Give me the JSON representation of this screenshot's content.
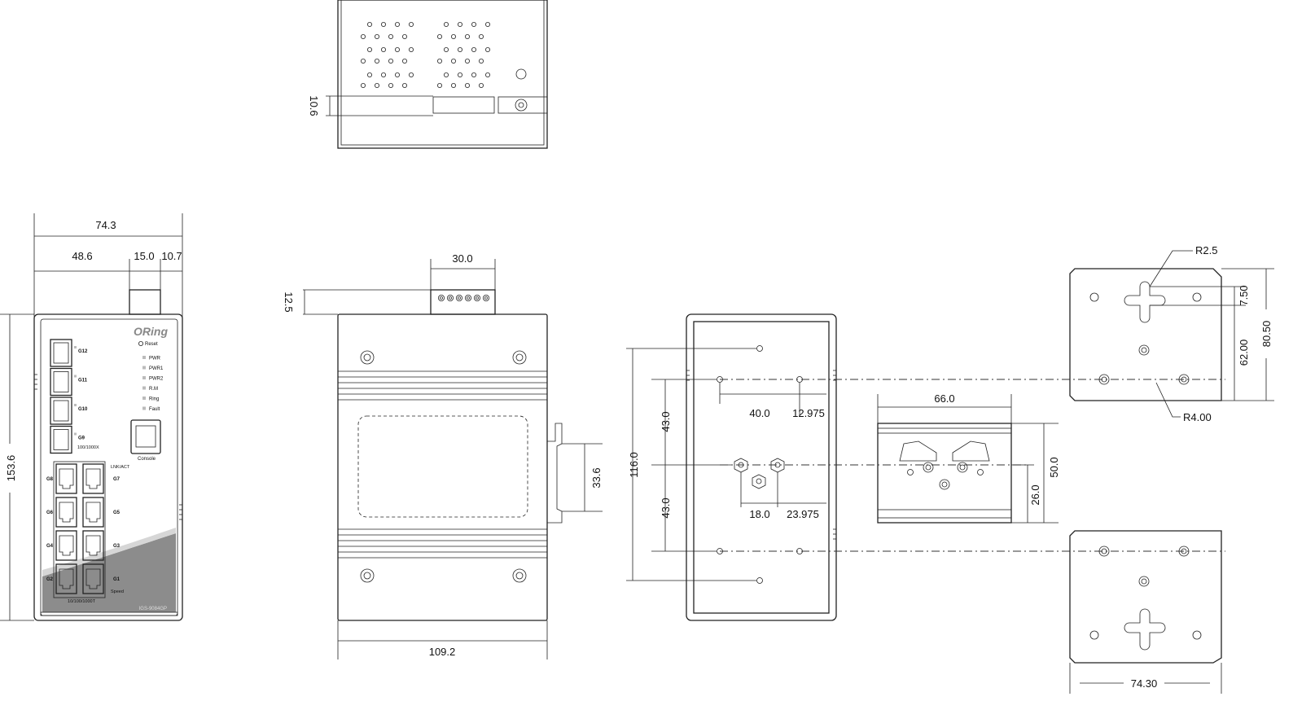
{
  "brand": "ORing",
  "model": "IGS-9084GP",
  "front_panel": {
    "reset": "Reset",
    "leds": [
      "PWR",
      "PWR1",
      "PWR2",
      "R.M",
      "Ring",
      "Fault"
    ],
    "sfp_ports": [
      "G12",
      "G11",
      "G10",
      "G9"
    ],
    "sfp_speed": "100/1000X",
    "console": "Console",
    "lnk_act": "LNK/ACT",
    "rj45_left": [
      "G8",
      "G6",
      "G4",
      "G2"
    ],
    "rj45_right": [
      "G7",
      "G5",
      "G3",
      "G1"
    ],
    "speed": "Speed",
    "rj45_speed": "10/100/1000T"
  },
  "dimensions": {
    "front_total_width": "74.3",
    "front_body_width": "48.6",
    "front_connector_width": "15.0",
    "front_right_offset": "10.7",
    "front_height": "153.6",
    "top_offset": "10.6",
    "terminal_width": "30.0",
    "terminal_height": "12.5",
    "side_width": "109.2",
    "din_clip": "33.6",
    "rear_total": "116.0",
    "rear_upper": "43.0",
    "rear_lower": "43.0",
    "rear_h1": "40.0",
    "rear_h2": "12.975",
    "rear_h3": "18.0",
    "rear_h4": "23.975",
    "din_width": "66.0",
    "din_height": "50.0",
    "din_mid": "26.0",
    "wall_r_small": "R2.5",
    "wall_r_large": "R4.00",
    "wall_slot": "7.50",
    "wall_hole": "62.00",
    "wall_height": "80.50",
    "wall_width": "74.30"
  }
}
